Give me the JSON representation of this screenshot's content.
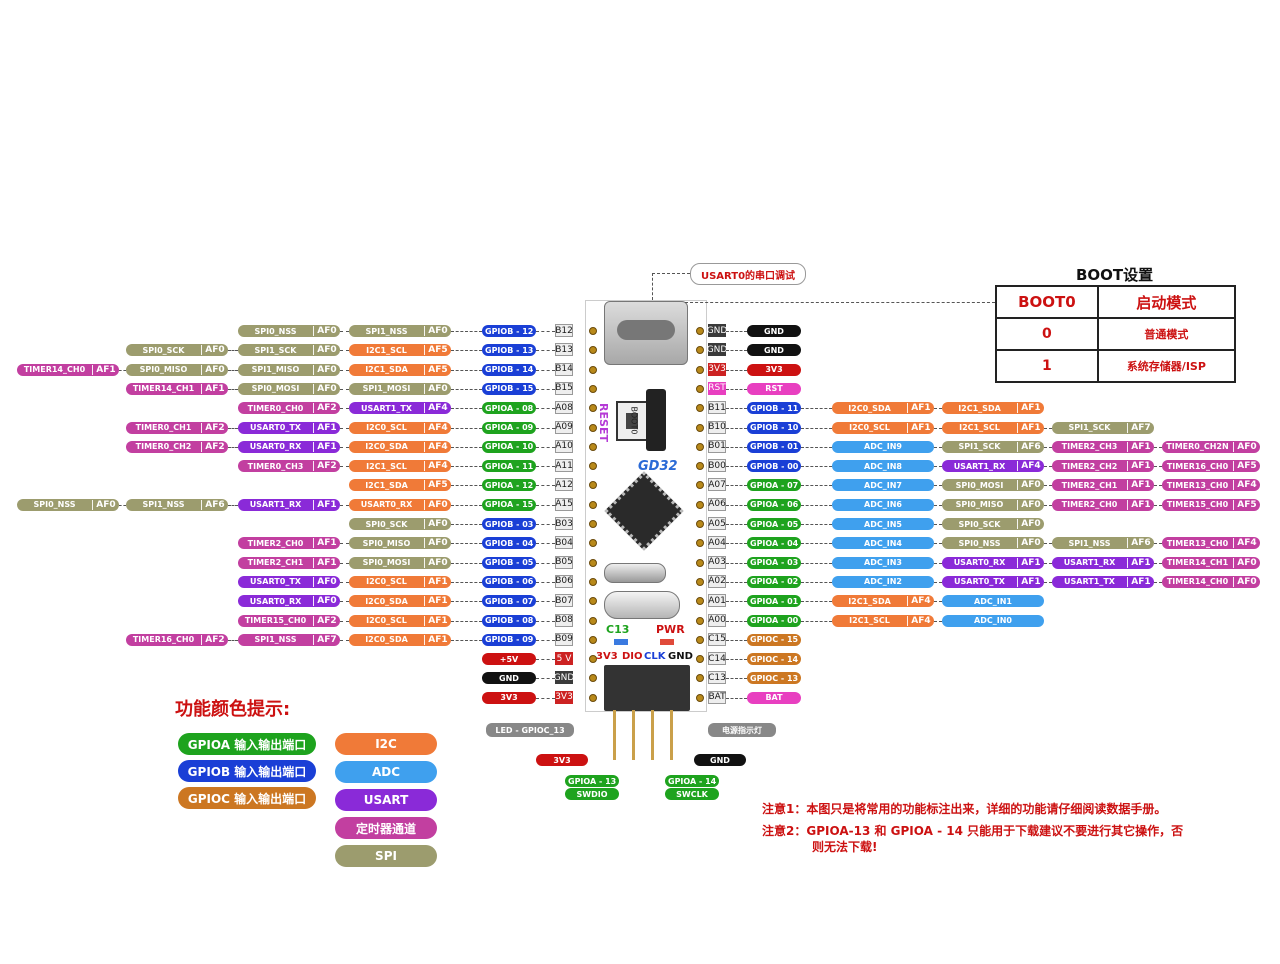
{
  "colors": {
    "gpioa": "#1ea31e",
    "gpiob": "#1a3fd6",
    "gpioc": "#cc7722",
    "i2c": "#f07a38",
    "adc": "#3fa0ee",
    "usart": "#8a2ad8",
    "timer": "#c23fa0",
    "spi": "#9c9c6e",
    "red": "#cc1111",
    "dark": "#111111",
    "pink": "#e83fc0",
    "power_red": "#d42a2a"
  },
  "usart_label": "USART0的串口调试",
  "boot": {
    "title": "BOOT设置",
    "header": [
      "BOOT0",
      "启动模式"
    ],
    "rows": [
      [
        "0",
        "普通模式"
      ],
      [
        "1",
        "系统存储器/ISP"
      ]
    ]
  },
  "board": {
    "reset_label": "RESET",
    "boot_label": "BOOT0",
    "logo": "GD32",
    "c13": "C13",
    "pwr": "PWR",
    "swd_labels": [
      "3V3",
      "DIO",
      "CLK",
      "GND"
    ]
  },
  "left_pins": [
    "B12",
    "B13",
    "B14",
    "B15",
    "A08",
    "A09",
    "A10",
    "A11",
    "A12",
    "A15",
    "B03",
    "B04",
    "B05",
    "B06",
    "B07",
    "B08",
    "B09",
    "5 V",
    "GND",
    "3V3"
  ],
  "right_pins": [
    "GND",
    "GND",
    "3V3",
    "RST",
    "B11",
    "B10",
    "B01",
    "B00",
    "A07",
    "A06",
    "A05",
    "A04",
    "A03",
    "A02",
    "A01",
    "A00",
    "C15",
    "C14",
    "C13",
    "BAT"
  ],
  "left_rows": [
    [
      [
        "GPIOB - 12",
        "gpiob",
        ""
      ],
      [
        "SPI1_NSS",
        "spi",
        "AF0"
      ],
      [
        "SPI0_NSS",
        "spi",
        "AF0"
      ]
    ],
    [
      [
        "GPIOB - 13",
        "gpiob",
        ""
      ],
      [
        "I2C1_SCL",
        "i2c",
        "AF5"
      ],
      [
        "SPI1_SCK",
        "spi",
        "AF0"
      ],
      [
        "SPI0_SCK",
        "spi",
        "AF0"
      ]
    ],
    [
      [
        "GPIOB - 14",
        "gpiob",
        ""
      ],
      [
        "I2C1_SDA",
        "i2c",
        "AF5"
      ],
      [
        "SPI1_MISO",
        "spi",
        "AF0"
      ],
      [
        "SPI0_MISO",
        "spi",
        "AF0"
      ],
      [
        "TIMER14_CH0",
        "timer",
        "AF1"
      ]
    ],
    [
      [
        "GPIOB - 15",
        "gpiob",
        ""
      ],
      [
        "SPI1_MOSI",
        "spi",
        "AF0"
      ],
      [
        "SPI0_MOSI",
        "spi",
        "AF0"
      ],
      [
        "TIMER14_CH1",
        "timer",
        "AF1"
      ]
    ],
    [
      [
        "GPIOA - 08",
        "gpioa",
        ""
      ],
      [
        "USART1_TX",
        "usart",
        "AF4"
      ],
      [
        "TIMER0_CH0",
        "timer",
        "AF2"
      ]
    ],
    [
      [
        "GPIOA - 09",
        "gpioa",
        ""
      ],
      [
        "I2C0_SCL",
        "i2c",
        "AF4"
      ],
      [
        "USART0_TX",
        "usart",
        "AF1"
      ],
      [
        "TIMER0_CH1",
        "timer",
        "AF2"
      ]
    ],
    [
      [
        "GPIOA - 10",
        "gpioa",
        ""
      ],
      [
        "I2C0_SDA",
        "i2c",
        "AF4"
      ],
      [
        "USART0_RX",
        "usart",
        "AF1"
      ],
      [
        "TIMER0_CH2",
        "timer",
        "AF2"
      ]
    ],
    [
      [
        "GPIOA - 11",
        "gpioa",
        ""
      ],
      [
        "I2C1_SCL",
        "i2c",
        "AF4"
      ],
      [
        "TIMER0_CH3",
        "timer",
        "AF2"
      ]
    ],
    [
      [
        "GPIOA - 12",
        "gpioa",
        ""
      ],
      [
        "I2C1_SDA",
        "i2c",
        "AF5"
      ]
    ],
    [
      [
        "GPIOA - 15",
        "gpioa",
        ""
      ],
      [
        "USART0_RX",
        "i2c",
        "AF0"
      ],
      [
        "USART1_RX",
        "usart",
        "AF1"
      ],
      [
        "SPI1_NSS",
        "spi",
        "AF6"
      ],
      [
        "SPI0_NSS",
        "spi",
        "AF0"
      ]
    ],
    [
      [
        "GPIOB - 03",
        "gpiob",
        ""
      ],
      [
        "SPI0_SCK",
        "spi",
        "AF0"
      ]
    ],
    [
      [
        "GPIOB - 04",
        "gpiob",
        ""
      ],
      [
        "SPI0_MISO",
        "spi",
        "AF0"
      ],
      [
        "TIMER2_CH0",
        "timer",
        "AF1"
      ]
    ],
    [
      [
        "GPIOB - 05",
        "gpiob",
        ""
      ],
      [
        "SPI0_MOSI",
        "spi",
        "AF0"
      ],
      [
        "TIMER2_CH1",
        "timer",
        "AF1"
      ]
    ],
    [
      [
        "GPIOB - 06",
        "gpiob",
        ""
      ],
      [
        "I2C0_SCL",
        "i2c",
        "AF1"
      ],
      [
        "USART0_TX",
        "usart",
        "AF0"
      ]
    ],
    [
      [
        "GPIOB - 07",
        "gpiob",
        ""
      ],
      [
        "I2C0_SDA",
        "i2c",
        "AF1"
      ],
      [
        "USART0_RX",
        "usart",
        "AF0"
      ]
    ],
    [
      [
        "GPIOB - 08",
        "gpiob",
        ""
      ],
      [
        "I2C0_SCL",
        "i2c",
        "AF1"
      ],
      [
        "TIMER15_CH0",
        "timer",
        "AF2"
      ]
    ],
    [
      [
        "GPIOB - 09",
        "gpiob",
        ""
      ],
      [
        "I2C0_SDA",
        "i2c",
        "AF1"
      ],
      [
        "SPI1_NSS",
        "timer",
        "AF7"
      ],
      [
        "TIMER16_CH0",
        "timer",
        "AF2"
      ]
    ],
    [
      [
        "+5V",
        "red",
        ""
      ]
    ],
    [
      [
        "GND",
        "dark",
        ""
      ]
    ],
    [
      [
        "3V3",
        "red",
        ""
      ]
    ]
  ],
  "right_rows": [
    [
      [
        "GND",
        "dark",
        ""
      ]
    ],
    [
      [
        "GND",
        "dark",
        ""
      ]
    ],
    [
      [
        "3V3",
        "red",
        ""
      ]
    ],
    [
      [
        "RST",
        "pink",
        ""
      ]
    ],
    [
      [
        "GPIOB - 11",
        "gpiob",
        ""
      ],
      [
        "I2C0_SDA",
        "i2c",
        "AF1"
      ],
      [
        "I2C1_SDA",
        "i2c",
        "AF1"
      ]
    ],
    [
      [
        "GPIOB - 10",
        "gpiob",
        ""
      ],
      [
        "I2C0_SCL",
        "i2c",
        "AF1"
      ],
      [
        "I2C1_SCL",
        "i2c",
        "AF1"
      ],
      [
        "SPI1_SCK",
        "spi",
        "AF7"
      ]
    ],
    [
      [
        "GPIOB - 01",
        "gpiob",
        ""
      ],
      [
        "ADC_IN9",
        "adc",
        ""
      ],
      [
        "SPI1_SCK",
        "spi",
        "AF6"
      ],
      [
        "TIMER2_CH3",
        "timer",
        "AF1"
      ],
      [
        "TIMER0_CH2N",
        "timer",
        "AF0"
      ]
    ],
    [
      [
        "GPIOB - 00",
        "gpiob",
        ""
      ],
      [
        "ADC_IN8",
        "adc",
        ""
      ],
      [
        "USART1_RX",
        "usart",
        "AF4"
      ],
      [
        "TIMER2_CH2",
        "timer",
        "AF1"
      ],
      [
        "TIMER16_CH0",
        "timer",
        "AF5"
      ]
    ],
    [
      [
        "GPIOA - 07",
        "gpioa",
        ""
      ],
      [
        "ADC_IN7",
        "adc",
        ""
      ],
      [
        "SPI0_MOSI",
        "spi",
        "AF0"
      ],
      [
        "TIMER2_CH1",
        "timer",
        "AF1"
      ],
      [
        "TIMER13_CH0",
        "timer",
        "AF4"
      ]
    ],
    [
      [
        "GPIOA - 06",
        "gpioa",
        ""
      ],
      [
        "ADC_IN6",
        "adc",
        ""
      ],
      [
        "SPI0_MISO",
        "spi",
        "AF0"
      ],
      [
        "TIMER2_CH0",
        "timer",
        "AF1"
      ],
      [
        "TIMER15_CH0",
        "timer",
        "AF5"
      ]
    ],
    [
      [
        "GPIOA - 05",
        "gpioa",
        ""
      ],
      [
        "ADC_IN5",
        "adc",
        ""
      ],
      [
        "SPI0_SCK",
        "spi",
        "AF0"
      ]
    ],
    [
      [
        "GPIOA - 04",
        "gpioa",
        ""
      ],
      [
        "ADC_IN4",
        "adc",
        ""
      ],
      [
        "SPI0_NSS",
        "spi",
        "AF0"
      ],
      [
        "SPI1_NSS",
        "spi",
        "AF6"
      ],
      [
        "TIMER13_CH0",
        "timer",
        "AF4"
      ]
    ],
    [
      [
        "GPIOA - 03",
        "gpioa",
        ""
      ],
      [
        "ADC_IN3",
        "adc",
        ""
      ],
      [
        "USART0_RX",
        "usart",
        "AF1"
      ],
      [
        "USART1_RX",
        "usart",
        "AF1"
      ],
      [
        "TIMER14_CH1",
        "timer",
        "AF0"
      ]
    ],
    [
      [
        "GPIOA - 02",
        "gpioa",
        ""
      ],
      [
        "ADC_IN2",
        "adc",
        ""
      ],
      [
        "USART0_TX",
        "usart",
        "AF1"
      ],
      [
        "USART1_TX",
        "usart",
        "AF1"
      ],
      [
        "TIMER14_CH0",
        "timer",
        "AF0"
      ]
    ],
    [
      [
        "GPIOA - 01",
        "gpioa",
        ""
      ],
      [
        "I2C1_SDA",
        "i2c",
        "AF4"
      ],
      [
        "ADC_IN1",
        "adc",
        ""
      ]
    ],
    [
      [
        "GPIOA - 00",
        "gpioa",
        ""
      ],
      [
        "I2C1_SCL",
        "i2c",
        "AF4"
      ],
      [
        "ADC_IN0",
        "adc",
        ""
      ]
    ],
    [
      [
        "GPIOC - 15",
        "gpioc",
        ""
      ]
    ],
    [
      [
        "GPIOC - 14",
        "gpioc",
        ""
      ]
    ],
    [
      [
        "GPIOC - 13",
        "gpioc",
        ""
      ]
    ],
    [
      [
        "BAT",
        "pink",
        ""
      ]
    ]
  ],
  "bottom": {
    "led": "LED - GPIOC_13",
    "power_led": "电源指示灯",
    "v33": "3V3",
    "gnd": "GND",
    "swdio_a": "GPIOA - 13",
    "swdio_b": "SWDIO",
    "swclk_a": "GPIOA - 14",
    "swclk_b": "SWCLK"
  },
  "legend": {
    "title": "功能颜色提示:",
    "left": [
      [
        "GPIOA 输入输出端口",
        "gpioa"
      ],
      [
        "GPIOB 输入输出端口",
        "gpiob"
      ],
      [
        "GPIOC 输入输出端口",
        "gpioc"
      ]
    ],
    "right": [
      [
        "I2C",
        "i2c"
      ],
      [
        "ADC",
        "adc"
      ],
      [
        "USART",
        "usart"
      ],
      [
        "定时器通道",
        "timer"
      ],
      [
        "SPI",
        "spi"
      ]
    ]
  },
  "notes": [
    "注意1：本图只是将常用的功能标注出来，详细的功能请仔细阅读数据手册。",
    "注意2：GPIOA-13 和 GPIOA - 14 只能用于下载建议不要进行其它操作，否",
    "则无法下载!"
  ]
}
